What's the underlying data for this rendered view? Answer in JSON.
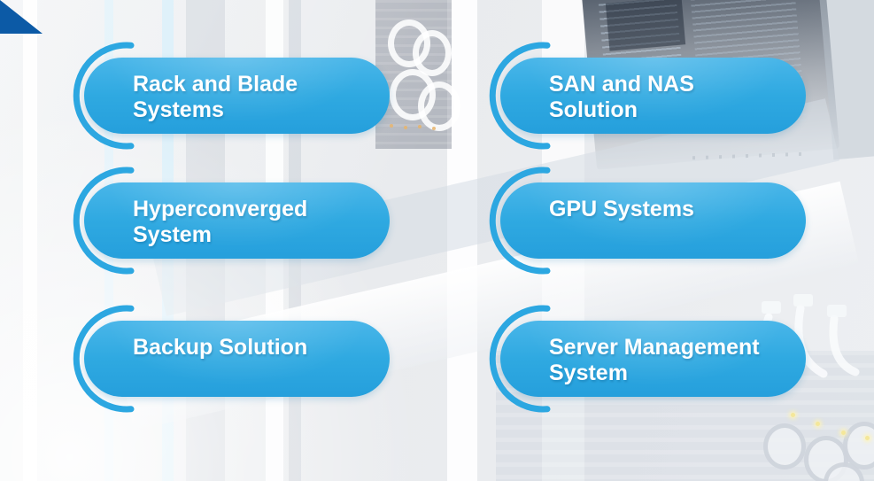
{
  "scene": "services-infographic-over-faded-server-room-photo",
  "colors": {
    "pill_gradient_top": "#49b6e9",
    "pill_gradient_bottom": "#259fdc",
    "arc_stroke": "#2ca7e1",
    "corner_triangle": "#0c5aa6",
    "card_text": "#ffffff"
  },
  "cards": [
    {
      "id": "rack-and-blade-systems",
      "line1": "Rack and Blade",
      "line2": "Systems"
    },
    {
      "id": "san-and-nas-solution",
      "line1": "SAN and NAS",
      "line2": "Solution"
    },
    {
      "id": "hyperconverged-system",
      "line1": "Hyperconverged",
      "line2": "System"
    },
    {
      "id": "gpu-systems",
      "line1": "GPU Systems",
      "line2": ""
    },
    {
      "id": "backup-solution",
      "line1": "Backup Solution",
      "line2": ""
    },
    {
      "id": "server-management-system",
      "line1": "Server Management",
      "line2": "System"
    }
  ]
}
